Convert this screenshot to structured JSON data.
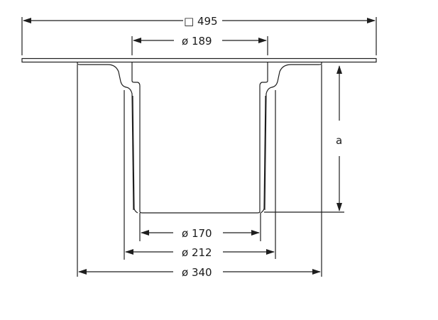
{
  "drawing": {
    "type": "technical-cross-section",
    "subject": "drain body with square flange",
    "line_color": "#1e1e1e",
    "background": "#ffffff"
  },
  "dimensions": {
    "flange_square": {
      "symbol": "□",
      "value": "495",
      "label": "□ 495"
    },
    "top_inlet_diameter": {
      "symbol": "ø",
      "value": "189",
      "label": "ø 189"
    },
    "inner_bottom_diameter": {
      "symbol": "ø",
      "value": "170",
      "label": "ø 170"
    },
    "outer_tube_diameter": {
      "symbol": "ø",
      "value": "212",
      "label": "ø 212"
    },
    "body_diameter": {
      "symbol": "ø",
      "value": "340",
      "label": "ø 340"
    },
    "depth": {
      "label": "a"
    }
  }
}
